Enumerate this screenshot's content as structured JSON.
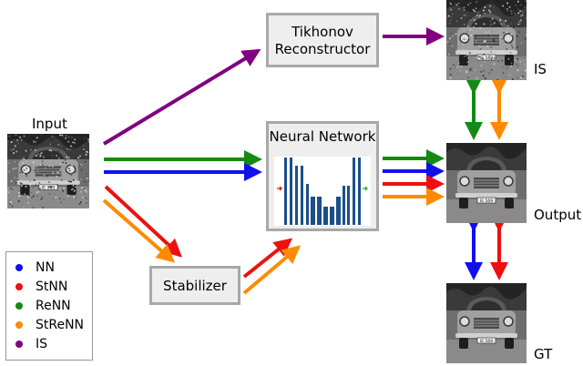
{
  "labels": {
    "input": "Input",
    "output": "Output",
    "is_label": "IS",
    "gt_label": "GT"
  },
  "boxes": {
    "tikhonov_line1": "Tikhonov",
    "tikhonov_line2": "Reconstructor",
    "neural_network": "Neural Network",
    "stabilizer": "Stabilizer"
  },
  "legend": {
    "items": [
      {
        "label": "NN",
        "color": "#1010ee"
      },
      {
        "label": "StNN",
        "color": "#ee1010"
      },
      {
        "label": "ReNN",
        "color": "#148a14"
      },
      {
        "label": "StReNN",
        "color": "#ff8a00"
      },
      {
        "label": "IS",
        "color": "#800080"
      }
    ]
  },
  "colors": {
    "nn": "#1010ee",
    "stnn": "#ee1010",
    "renn": "#148a14",
    "strenn": "#ff8a00",
    "is": "#800080",
    "network_bars": "#1a4f8a"
  },
  "photo_plate_text": "IE 569"
}
